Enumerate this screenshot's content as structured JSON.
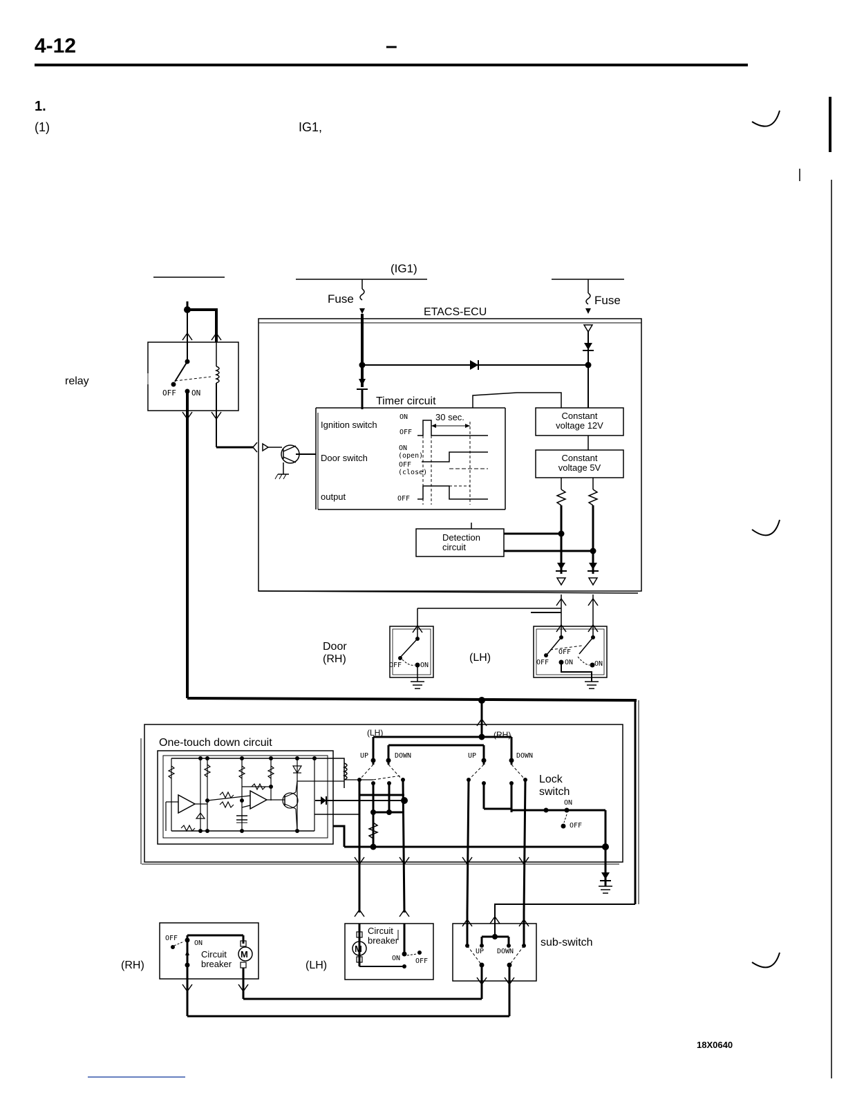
{
  "header": {
    "page_number": "4-12",
    "dash": "–"
  },
  "intro": {
    "item_number": "1.",
    "sub_item": "(1)",
    "ig_label": "IG1,"
  },
  "diagram": {
    "ig1_label": "(IG1)",
    "fuse_left": "Fuse",
    "fuse_right": "Fuse",
    "ecu_label": "ETACS-ECU",
    "relay_label": "relay",
    "relay_off": "OFF",
    "relay_on": "ON",
    "timer": {
      "title": "Timer circuit",
      "ignition_switch": "Ignition switch",
      "door_switch": "Door switch",
      "output": "output",
      "on": "ON",
      "off": "OFF",
      "seconds": "30 sec.",
      "open": "(open)",
      "close": "(close)"
    },
    "constant_12v": [
      "Constant",
      "voltage 12V"
    ],
    "constant_5v": [
      "Constant",
      "voltage 5V"
    ],
    "detection": [
      "Detection",
      "circuit"
    ],
    "door_label": [
      "Door",
      "(RH)"
    ],
    "door_lh": "(LH)",
    "switch_on": "ON",
    "switch_off": "OFF",
    "one_touch": "One-touch down circuit",
    "main_lh": "(LH)",
    "main_rh": "(RH)",
    "up": "UP",
    "down": "DOWN",
    "lock_switch": [
      "Lock",
      "switch"
    ],
    "lock_on": "ON",
    "lock_off": "OFF",
    "motor_rh": "(RH)",
    "motor_lh": "(LH)",
    "circuit_breaker": [
      "Circuit",
      "breaker"
    ],
    "motor_symbol": "M",
    "sub_switch": "sub-switch",
    "figure_code": "18X0640"
  }
}
